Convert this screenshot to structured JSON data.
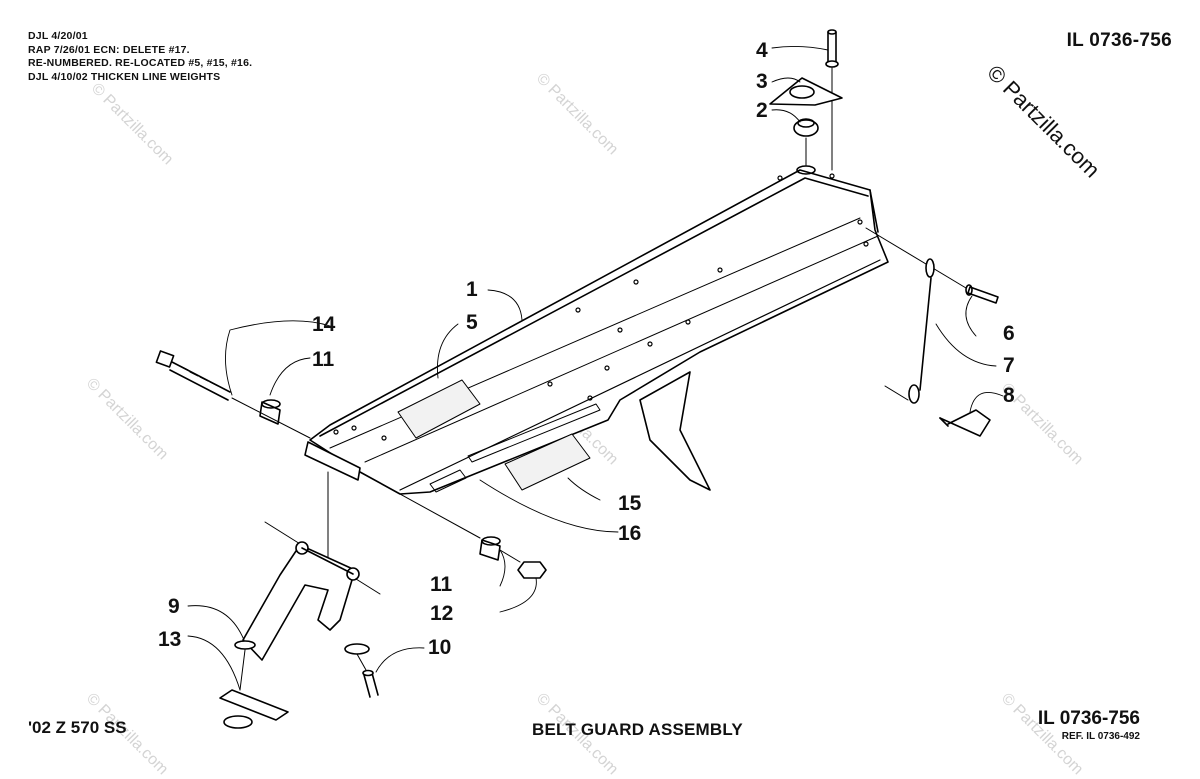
{
  "revision_notes": [
    "DJL 4/20/01",
    "RAP 7/26/01  ECN:  DELETE #17.",
    "RE-NUMBERED. RE-LOCATED #5, #15, #16.",
    "DJL 4/10/02 THICKEN LINE WEIGHTS"
  ],
  "illustration_number_top": "IL 0736-756",
  "illustration_number_bottom": "IL 0736-756",
  "reference_number": "REF. IL 0736-492",
  "model_label": "'02 Z 570 SS",
  "diagram_title": "BELT GUARD ASSEMBLY",
  "copyright_text": "© Partzilla.com",
  "watermark_text": "© Partzilla.com",
  "callouts": {
    "c1": "1",
    "c2": "2",
    "c3": "3",
    "c4": "4",
    "c5": "5",
    "c6": "6",
    "c7": "7",
    "c8": "8",
    "c9": "9",
    "c10": "10",
    "c11a": "11",
    "c11b": "11",
    "c12": "12",
    "c13": "13",
    "c14": "14",
    "c15": "15",
    "c16": "16"
  }
}
